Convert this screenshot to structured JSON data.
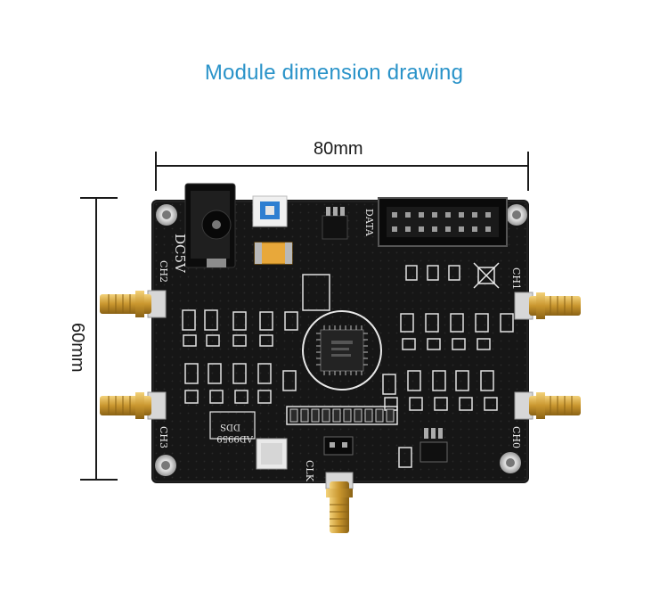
{
  "title": "Module dimension drawing",
  "dimensions": {
    "width_label": "80mm",
    "height_label": "60mm"
  },
  "board": {
    "labels": {
      "power": "DC5V",
      "data": "DATA",
      "clk": "CLK",
      "chip": "AD9959",
      "dds": "DDS",
      "ch0": "CH0",
      "ch1": "CH1",
      "ch2": "CH2",
      "ch3": "CH3"
    }
  },
  "colors": {
    "title": "#2a93c9",
    "pcb": "#161616",
    "silkscreen": "#e8e8e8",
    "gold": "#c9962e",
    "dimension_line": "#1a1a1a"
  }
}
